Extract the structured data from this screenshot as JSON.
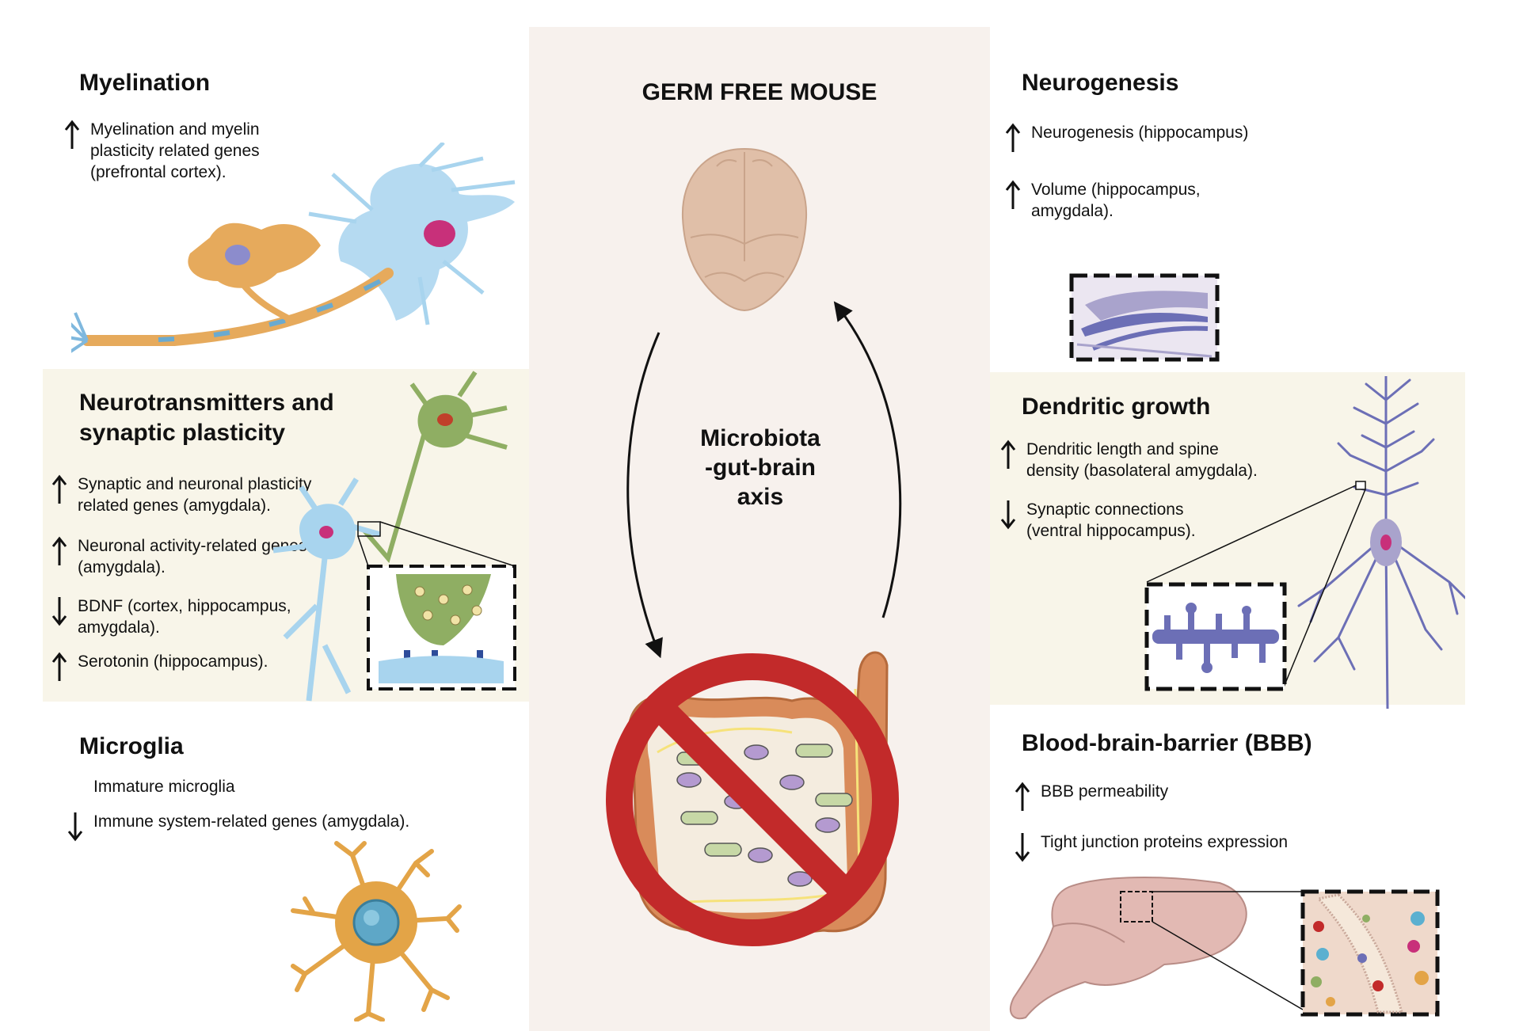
{
  "center": {
    "title": "GERM FREE MOUSE",
    "axis_label": "Microbiota\n-gut-brain\naxis"
  },
  "myelination": {
    "title": "Myelination",
    "items": [
      {
        "direction": "up",
        "text": "Myelination and myelin\nplasticity related genes\n(prefrontal cortex)."
      }
    ]
  },
  "neurotransmitters": {
    "title": "Neurotransmitters and\nsynaptic plasticity",
    "items": [
      {
        "direction": "up",
        "text": "Synaptic and neuronal plasticity\nrelated genes (amygdala)."
      },
      {
        "direction": "up",
        "text": "Neuronal activity-related genes\n(amygdala)."
      },
      {
        "direction": "down",
        "text": "BDNF (cortex, hippocampus,\namygdala)."
      },
      {
        "direction": "up",
        "text": "Serotonin (hippocampus)."
      }
    ]
  },
  "microglia": {
    "title": "Microglia",
    "items": [
      {
        "direction": "none",
        "text": "Immature microglia"
      },
      {
        "direction": "down",
        "text": "Immune system-related genes (amygdala)."
      }
    ]
  },
  "neurogenesis": {
    "title": "Neurogenesis",
    "items": [
      {
        "direction": "up",
        "text": "Neurogenesis  (hippocampus)"
      },
      {
        "direction": "up",
        "text": "Volume  (hippocampus,\namygdala)."
      }
    ]
  },
  "dendritic": {
    "title": "Dendritic growth",
    "items": [
      {
        "direction": "up",
        "text": "Dendritic length and spine\ndensity (basolateral amygdala)."
      },
      {
        "direction": "down",
        "text": "Synaptic connections\n(ventral hippocampus)."
      }
    ]
  },
  "bbb": {
    "title": "Blood-brain-barrier (BBB)",
    "items": [
      {
        "direction": "up",
        "text": "BBB permeability"
      },
      {
        "direction": "down",
        "text": "Tight junction proteins expression"
      }
    ]
  },
  "colors": {
    "center_bg": "#f7f1ed",
    "beige_panel": "#f8f5e9",
    "prohibit_red": "#c22a2a",
    "brain_pink": "#e0bfa8",
    "gut_orange": "#d98b5a",
    "neuron_blue": "#a8d4ee",
    "neuron_orange": "#e6aa5c",
    "neuron_green": "#8fae63",
    "dendrite_purple": "#6c6fb6",
    "microglia_orange": "#e3a447",
    "microglia_nucleus": "#5ea7c7"
  }
}
